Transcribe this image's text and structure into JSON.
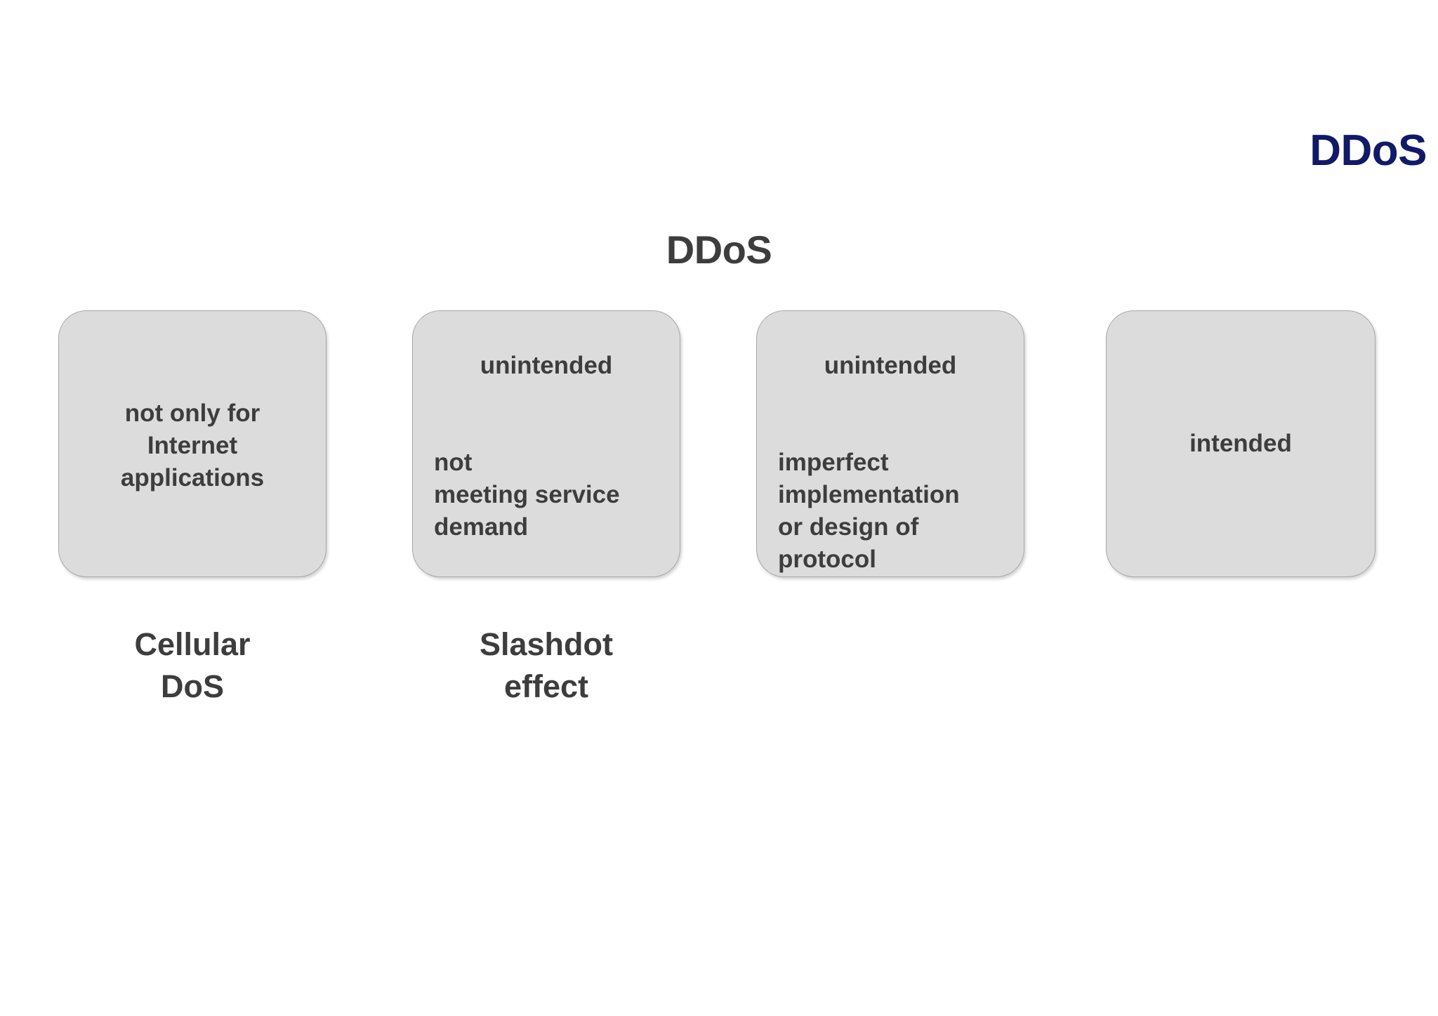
{
  "slide": {
    "corner_title": "DDoS",
    "center_title": "DDoS",
    "colors": {
      "corner_title": "#101a66",
      "text": "#3d3d3d",
      "box_fill": "#dcdcdc",
      "box_border": "#a8a8a8",
      "background": "#ffffff"
    }
  },
  "boxes": [
    {
      "id": "box-cellular-dos",
      "header": "",
      "lines": [
        "not only for",
        "Internet",
        "applications"
      ],
      "align": "center",
      "caption": "Cellular\nDoS"
    },
    {
      "id": "box-slashdot-effect",
      "header": "unintended",
      "lines": [
        "not",
        "meeting service",
        "demand"
      ],
      "align": "left",
      "caption": "Slashdot\neffect"
    },
    {
      "id": "box-protocol-flaw",
      "header": "unintended",
      "lines": [
        "imperfect",
        "implementation",
        "or design of",
        "protocol"
      ],
      "align": "left",
      "caption": ""
    },
    {
      "id": "box-intended",
      "header": "",
      "lines": [
        "intended"
      ],
      "align": "center",
      "caption": ""
    }
  ]
}
